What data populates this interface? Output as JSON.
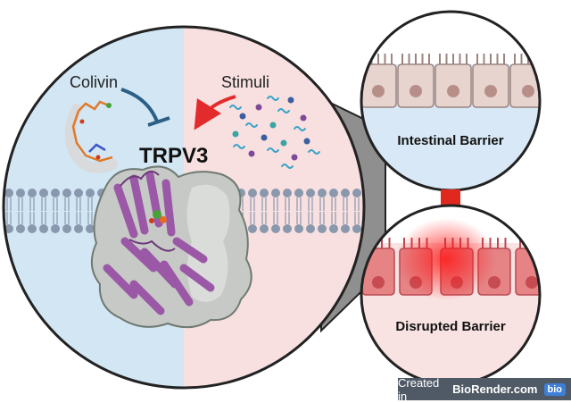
{
  "labels": {
    "colivin": "Colivin",
    "stimuli": "Stimuli",
    "trpv3": "TRPV3",
    "intestinal_barrier": "Intestinal Barrier",
    "disrupted_barrier": "Disrupted Barrier"
  },
  "badge": {
    "prefix": "Created in",
    "brand": "BioRender.com",
    "logo": "bio"
  },
  "colors": {
    "blue_panel": "#d2e6f4",
    "pink_panel": "#f9e0e0",
    "inhibit_arrow": "#2b5f86",
    "stimulus_arrow": "#e32b2b",
    "protein_purple": "#9a58a6",
    "cell_tan": "#e7d4cf",
    "nucleus": "#b78f88",
    "diseased_cell": "#e58385",
    "diseased_nucleus": "#c74c52",
    "flow_arrow": "#e0281f"
  }
}
